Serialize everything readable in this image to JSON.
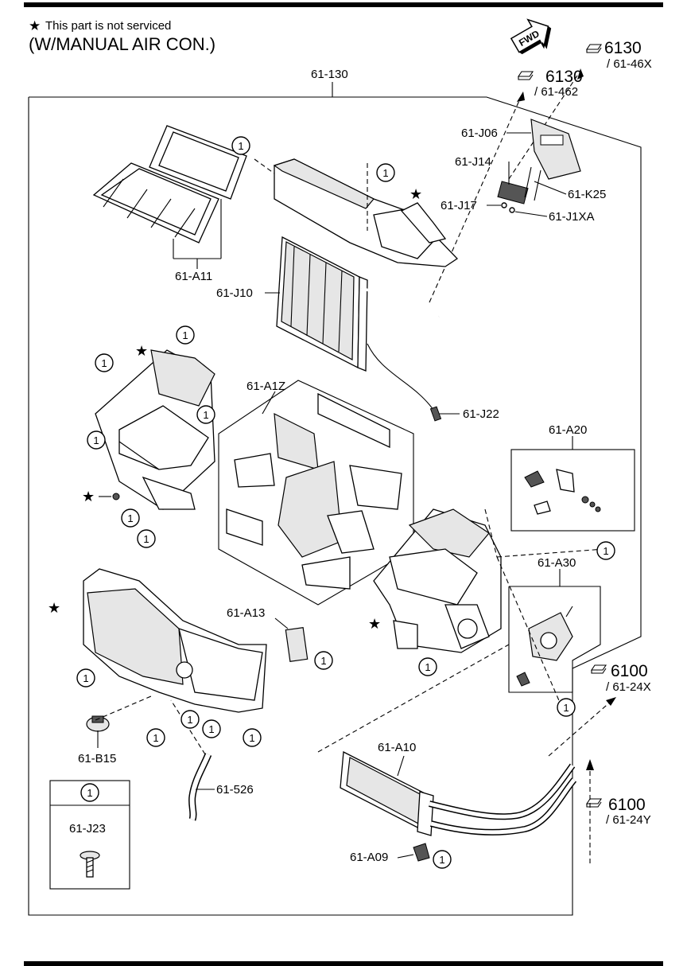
{
  "header": {
    "note_marker": "★",
    "note_text": "This part is not serviced",
    "title": "(W/MANUAL AIR CON.)",
    "fwd_label": "FWD"
  },
  "references": [
    {
      "code": "6130",
      "sub": "/ 61-46X"
    },
    {
      "code": "6130",
      "sub": "/ 61-462"
    },
    {
      "code": "6100",
      "sub": "/ 61-24X"
    },
    {
      "code": "6100",
      "sub": "/ 61-24Y"
    }
  ],
  "part_labels": [
    "61-130",
    "61-J06",
    "61-J14",
    "61-K25",
    "61-J17",
    "61-J1XA",
    "61-A11",
    "61-J10",
    "61-A1Z",
    "61-J22",
    "61-A20",
    "61-A30",
    "61-A13",
    "61-B15",
    "61-526",
    "61-A10",
    "61-A09"
  ],
  "circle_marker": "1",
  "legend": {
    "marker": "1",
    "part": "61-J23"
  }
}
